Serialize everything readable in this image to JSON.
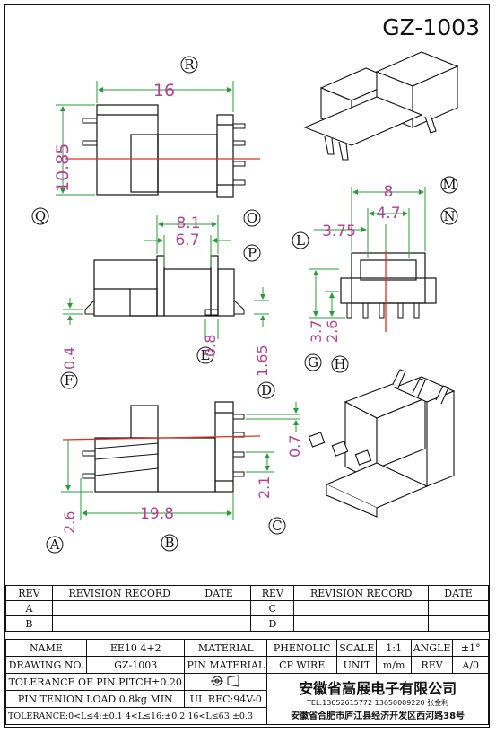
{
  "part_number": "GZ-1003",
  "view_labels": [
    "R",
    "Q",
    "O",
    "P",
    "L",
    "M",
    "N",
    "F",
    "E",
    "D",
    "G",
    "H",
    "C",
    "A",
    "B"
  ],
  "dimensions": {
    "top_width": "16",
    "top_height": "10.85",
    "mid_w1": "8.1",
    "mid_w2": "6.7",
    "mid_d1": "0.4",
    "mid_d2": "0.8",
    "mid_d3": "1.65",
    "end_w1": "8",
    "end_w2": "4.7",
    "end_w3": "3.75",
    "end_h1": "3.7",
    "end_h2": "2.6",
    "bot_len": "19.8",
    "bot_h": "2.6",
    "bot_pitch": "2.1",
    "bot_pin": "0.7"
  },
  "revision_table": {
    "headers": [
      "REV",
      "REVISION RECORD",
      "DATE",
      "REV",
      "REVISION RECORD",
      "DATE"
    ],
    "rows": [
      [
        "A",
        "",
        "",
        "C",
        "",
        ""
      ],
      [
        "B",
        "",
        "",
        "D",
        "",
        ""
      ]
    ]
  },
  "info": {
    "name_label": "NAME",
    "name_value": "EE10 4+2",
    "material_label": "MATERIAL",
    "material_value": "PHENOLIC",
    "scale_label": "SCALE",
    "scale_value": "1:1",
    "angle_label": "ANGLE",
    "angle_value": "±1°",
    "drawing_label": "DRAWING NO.",
    "drawing_value": "GZ-1003",
    "pin_material_label": "PIN MATERIAL",
    "pin_material_value": "CP WIRE",
    "unit_label": "UNIT",
    "unit_value": "m/m",
    "rev_label": "REV",
    "rev_value": "A/0",
    "tol_pitch": "TOLERANCE OF PIN PITCH±0.20",
    "pin_load": "PIN TENION LOAD 0.8kg MIN",
    "ul_rec": "UL REC:94V-0",
    "tolerance": "TOLERANCE:0<L≤4:±0.1  4<L≤16:±0.2  16<L≤63:±0.3",
    "company": "安徽省高展电子有限公司",
    "tel": "TEL:13652615772  13650009220 张金利",
    "address": "安徽省合肥市庐江县经济开发区西河路38号"
  },
  "colors": {
    "dimension": "#b5428e",
    "center_line": "#e0301e",
    "green": "#2a9a3a",
    "line": "#111111"
  }
}
